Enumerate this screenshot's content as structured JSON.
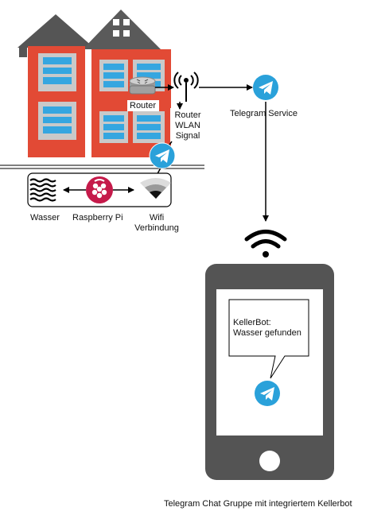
{
  "labels": {
    "router": "Router",
    "router_wlan_line1": "Router",
    "router_wlan_line2": "WLAN",
    "router_wlan_line3": "Signal",
    "telegram_service": "Telegram Service",
    "wasser": "Wasser",
    "raspberry_pi": "Raspberry Pi",
    "wifi_line1": "Wifi",
    "wifi_line2": "Verbindung",
    "message_line1": "KellerBot:",
    "message_line2": "Wasser gefunden",
    "caption": "Telegram Chat Gruppe mit integriertem Kellerbot"
  },
  "colors": {
    "house_red": "#e24a35",
    "house_roof": "#5a5a5a",
    "window_blue": "#35a6e0",
    "window_frame": "#c9c9c9",
    "telegram_blue": "#2aa1da",
    "phone_body": "#545454",
    "raspberry_red": "#c51a4a"
  },
  "icons": [
    "house-icon",
    "router-icon",
    "antenna-icon",
    "telegram-icon",
    "water-icon",
    "raspberry-pi-icon",
    "wifi-signal-icon",
    "smartphone-icon"
  ]
}
